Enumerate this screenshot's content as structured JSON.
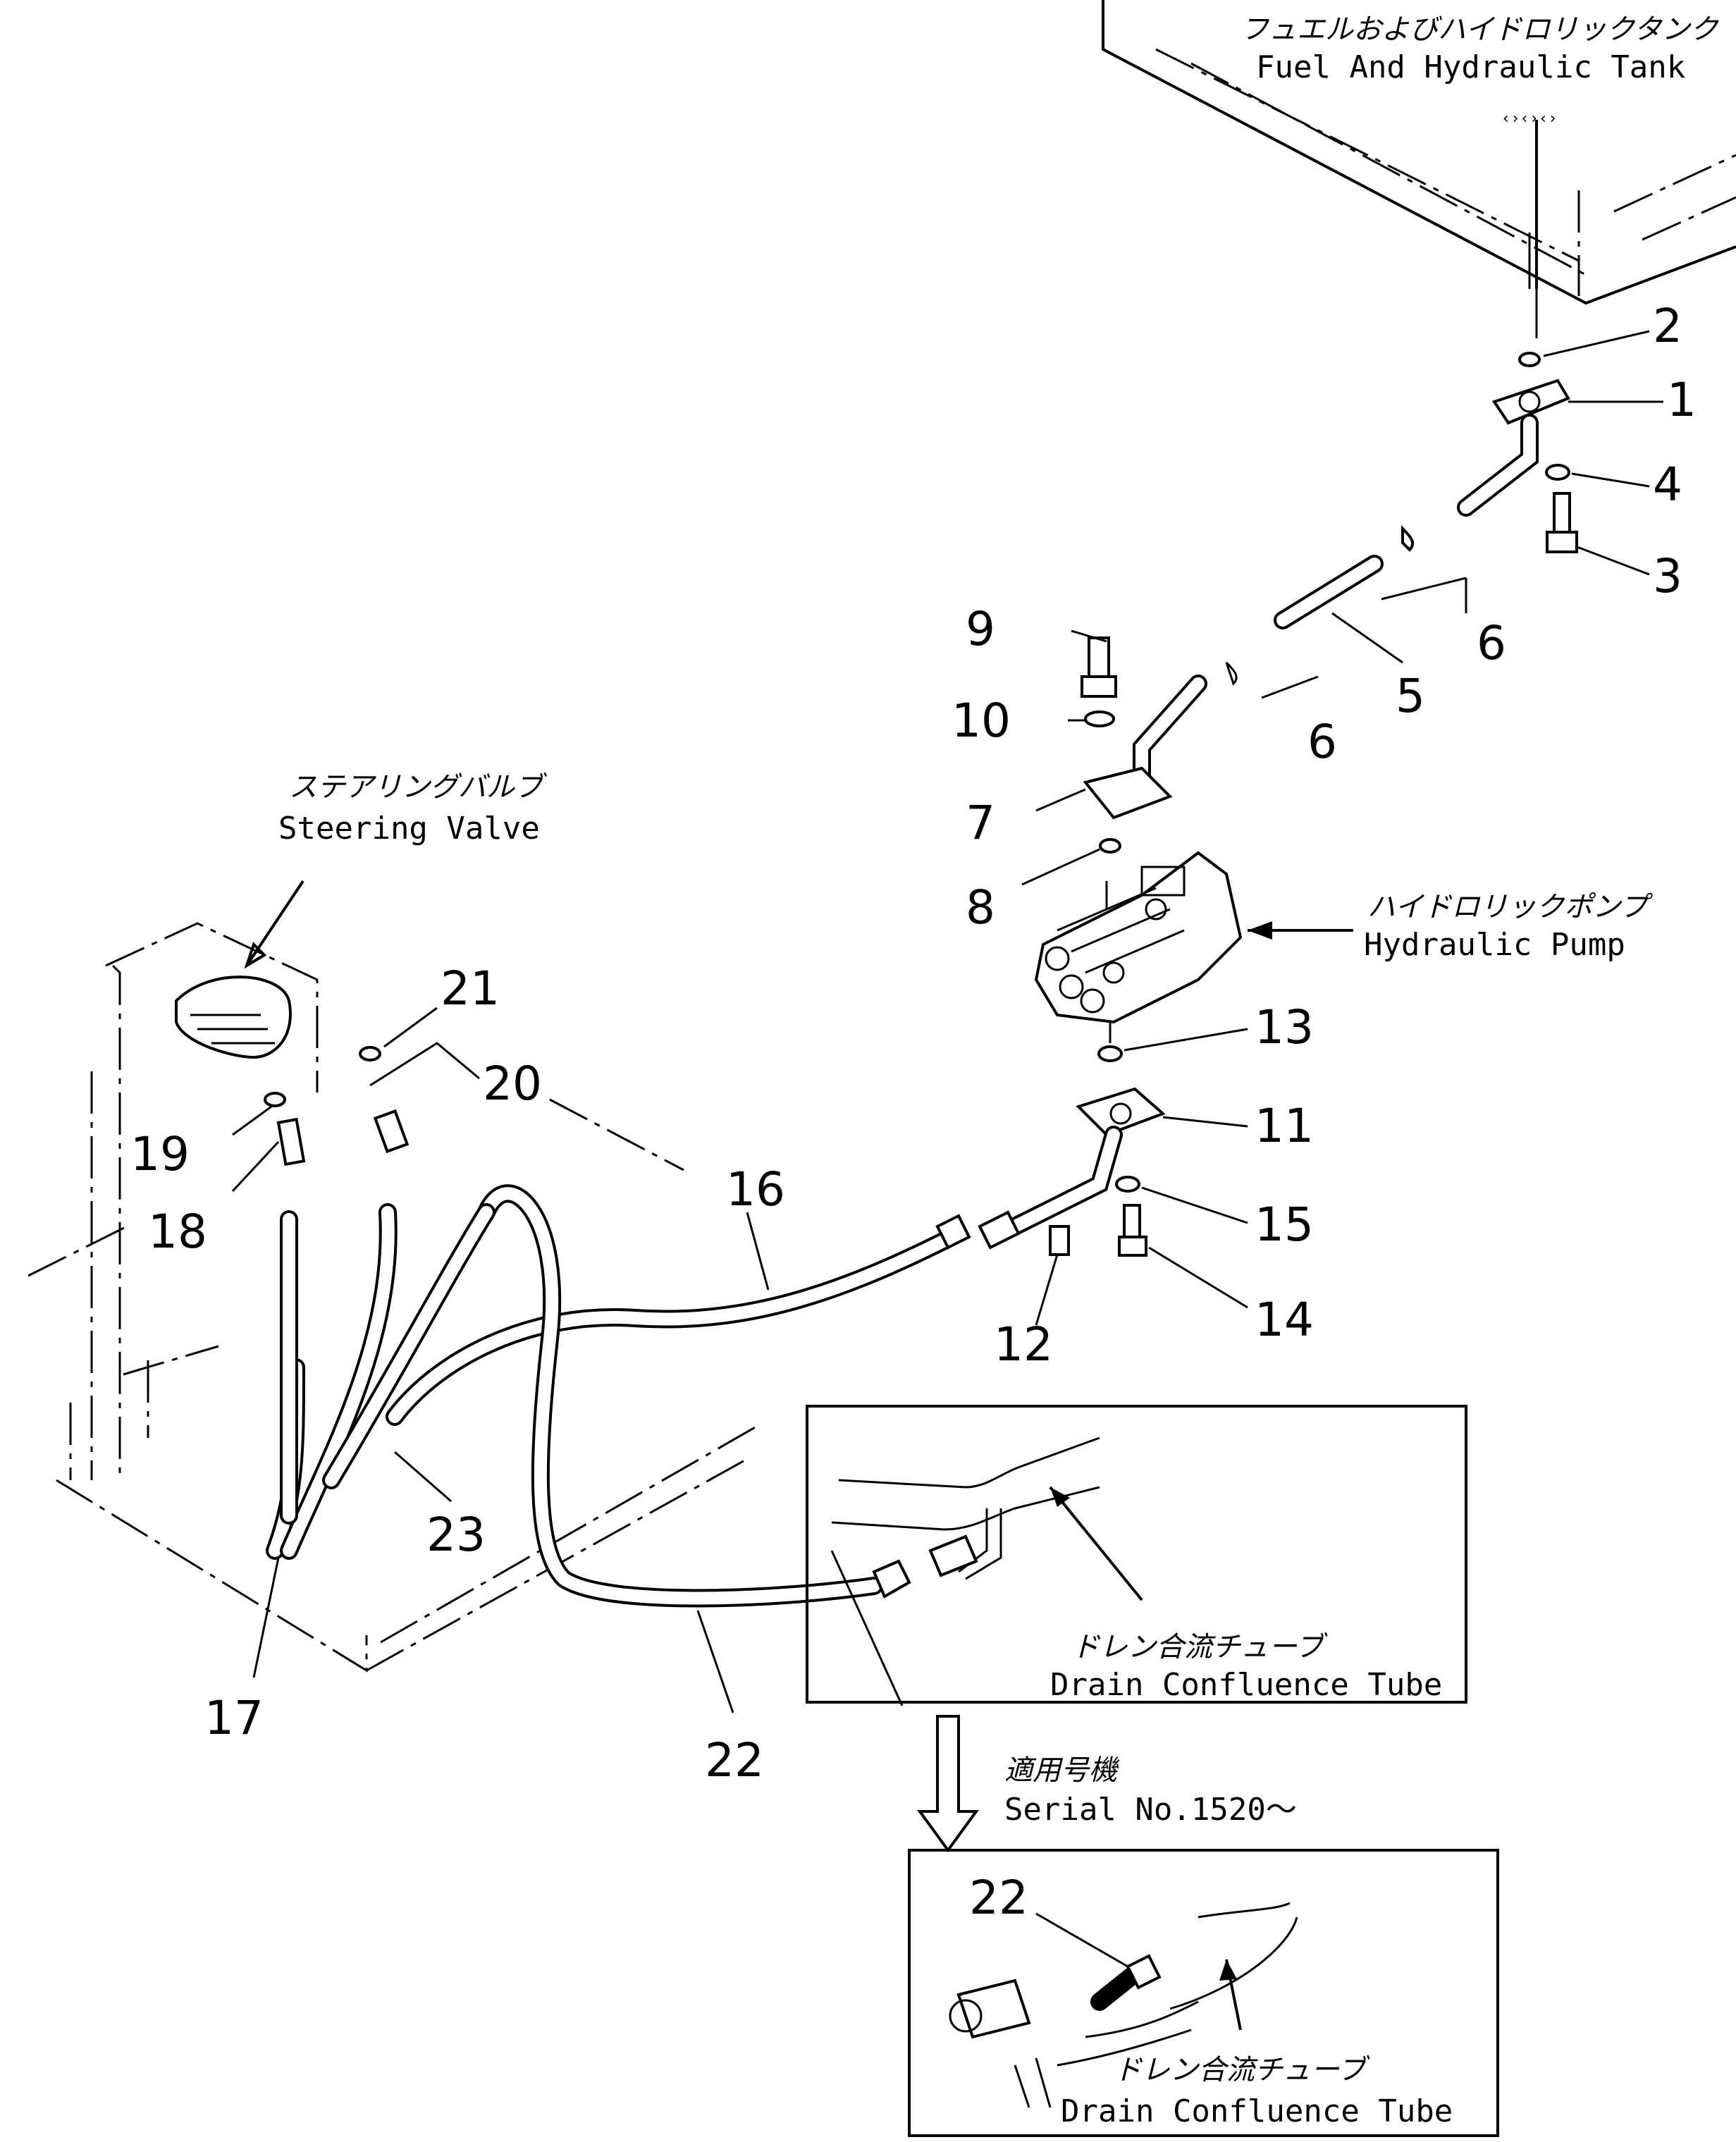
{
  "callouts": {
    "fuel_tank_jp": "フュエルおよびハイドロリックタンク",
    "fuel_tank_en": "Fuel And Hydraulic Tank",
    "steering_valve_jp": "ステアリングバルブ",
    "steering_valve_en": "Steering Valve",
    "hydraulic_pump_jp": "ハイドロリックポンプ",
    "hydraulic_pump_en": "Hydraulic Pump",
    "drain_tube_jp": "ドレン合流チューブ",
    "drain_tube_en": "Drain Confluence Tube",
    "serial_jp": "適用号機",
    "serial_en": "Serial No.1520～",
    "drain_tube_jp_2": "ドレン合流チューブ",
    "drain_tube_en_2": "Drain Confluence Tube"
  },
  "part_numbers": [
    "1",
    "2",
    "3",
    "4",
    "5",
    "6",
    "6",
    "7",
    "8",
    "9",
    "10",
    "11",
    "12",
    "13",
    "14",
    "15",
    "16",
    "17",
    "18",
    "19",
    "20",
    "21",
    "22",
    "23",
    "22"
  ]
}
